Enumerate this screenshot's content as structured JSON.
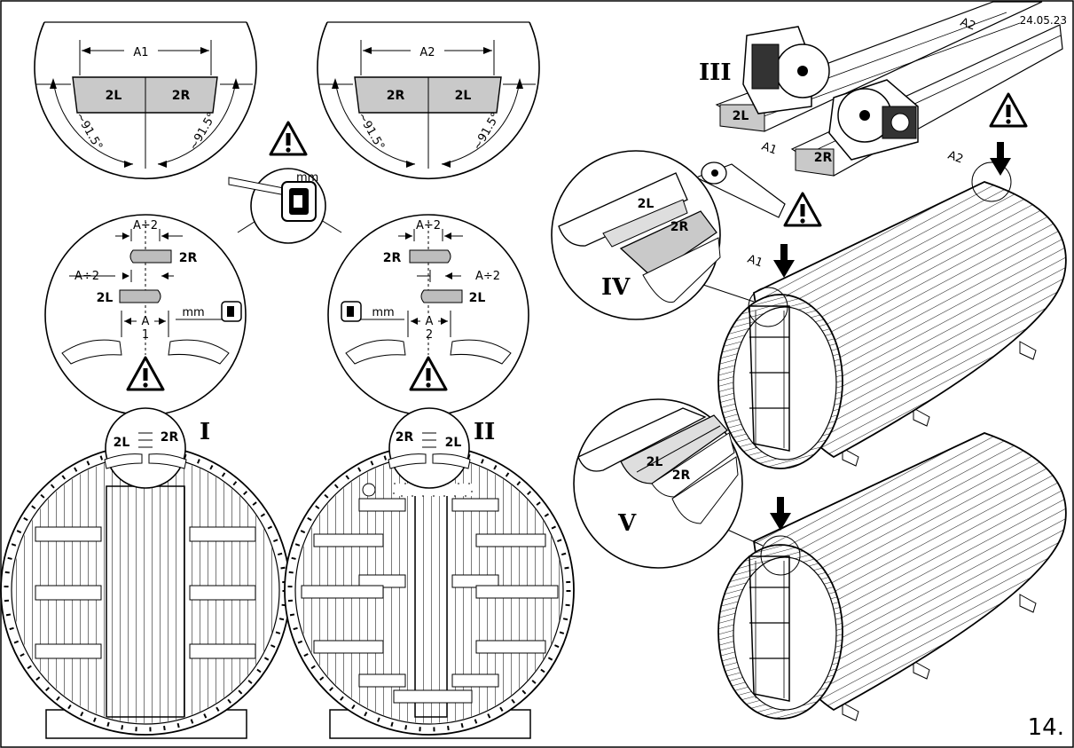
{
  "date": "24.05.23",
  "page_number": "14.",
  "steps": {
    "s1": "I",
    "s2": "II",
    "s3": "III",
    "s4": "IV",
    "s5": "V"
  },
  "labels": {
    "left": "2L",
    "right": "2R"
  },
  "measures": {
    "a1": "A1",
    "a2": "A2",
    "a1_label": "A",
    "a1_sub": "1",
    "a2_sub": "2",
    "half": "A÷2",
    "mm": "mm",
    "angle": "~91.5°"
  },
  "icons": [
    "warning-icon",
    "tape-measure-icon",
    "circular-saw-icon",
    "wood-plug-icon",
    "down-arrow-icon"
  ]
}
